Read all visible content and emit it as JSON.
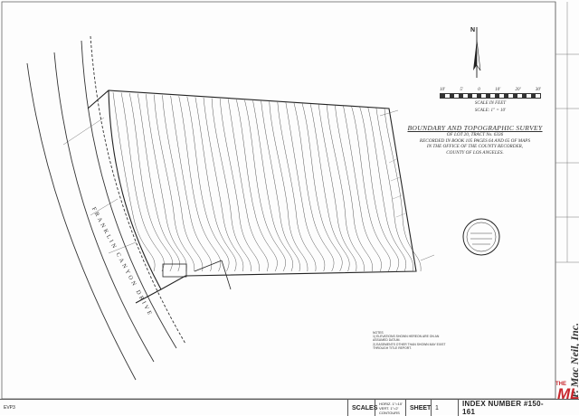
{
  "title_block": {
    "title": "BOUNDARY AND TOPOGRAPHIC SURVEY",
    "line1": "OF LOT 20, TRACT No. 6336",
    "line2": "RECORDED IN BOOK 105 PAGES 64 AND 65 OF MAPS",
    "line3": "IN THE OFFICE OF THE COUNTY RECORDER,",
    "line4": "COUNTY OF LOS ANGELES."
  },
  "scale_bar": {
    "ticks": [
      "10'",
      "5'",
      "0",
      "10'",
      "20'",
      "30'"
    ],
    "label1": "SCALE IN FEET",
    "label2": "SCALE: 1\" = 10'"
  },
  "north_arrow": {
    "label": "N"
  },
  "street_name": "FRANKLIN CANYON DRIVE",
  "footer": {
    "scales_label": "SCALES",
    "scales_value_1": "HORIZ. 1\"=10'",
    "scales_value_2": "VERT. 1\"=2' CONTOURS",
    "sheet_label": "SHEET",
    "sheet_number": "1",
    "index_label": "INDEX NUMBER #150-161",
    "sheet_code": "EVP3"
  },
  "surveyor_stamp": "P. Mac Neil, Inc.",
  "brand": {
    "the": "THE",
    "ml": "ML"
  },
  "notes": {
    "heading": "NOTES",
    "line1": "1) ELEVATIONS SHOWN HEREON ARE ON AN ASSUMED DATUM.",
    "line2": "2) EASEMENTS OTHER THAN SHOWN MAY EXIST THROUGH TITLE REPORT."
  },
  "colors": {
    "ink": "#333333",
    "brand_red": "#c8272d",
    "paper": "#fdfdfd"
  },
  "icons": [
    "north-arrow-icon",
    "surveyor-seal-icon"
  ]
}
